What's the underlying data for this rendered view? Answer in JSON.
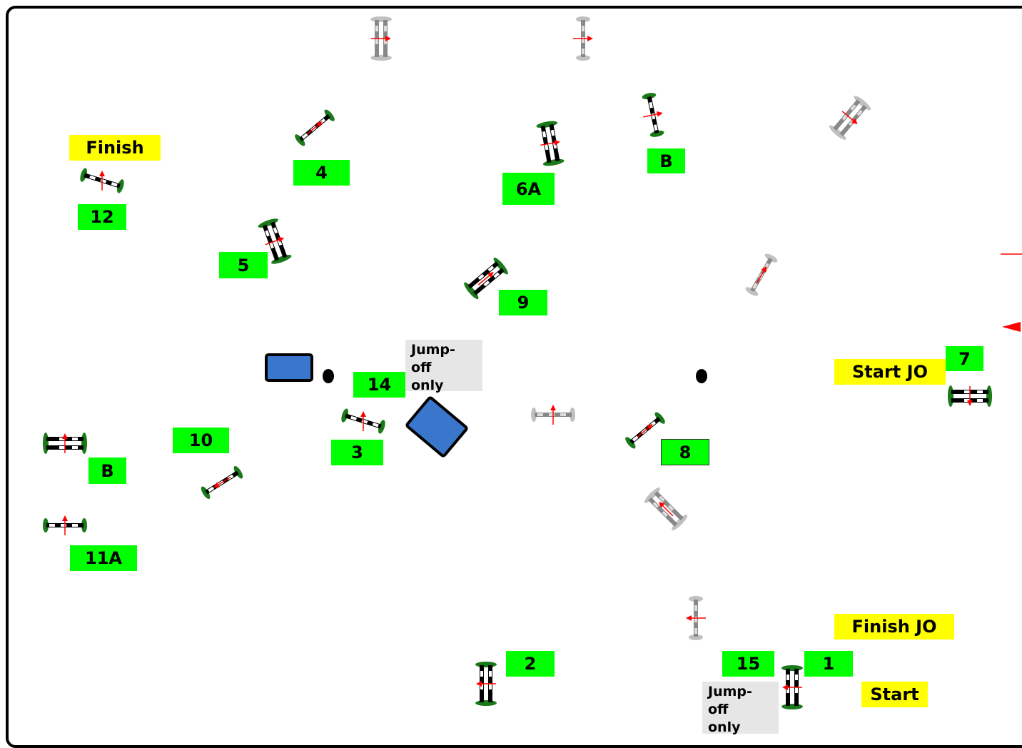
{
  "course": {
    "fences": [
      {
        "number": "1"
      },
      {
        "number": "2"
      },
      {
        "number": "3"
      },
      {
        "number": "4"
      },
      {
        "number": "5"
      },
      {
        "number": "6A"
      },
      {
        "number": "B",
        "pair": "6"
      },
      {
        "number": "7"
      },
      {
        "number": "8"
      },
      {
        "number": "9"
      },
      {
        "number": "10"
      },
      {
        "number": "11A"
      },
      {
        "number": "B",
        "pair": "11"
      },
      {
        "number": "12"
      },
      {
        "number": "14"
      },
      {
        "number": "15"
      }
    ],
    "markers": {
      "finish": "Finish",
      "start": "Start",
      "start_jo": "Start JO",
      "finish_jo": "Finish JO"
    },
    "notes": {
      "jump_off_only_a": "Jump-\noff\nonly",
      "jump_off_only_b": "Jump-\noff\nonly"
    }
  },
  "colors": {
    "number_bg": "#00ff00",
    "marker_bg": "#ffff00",
    "note_bg": "#e6e6e6",
    "wing_green": "#1a7a1a",
    "wing_gray": "#c0c0c0",
    "direction_arrow": "#ff0000",
    "obstacle_fill": "#3a76cc"
  }
}
